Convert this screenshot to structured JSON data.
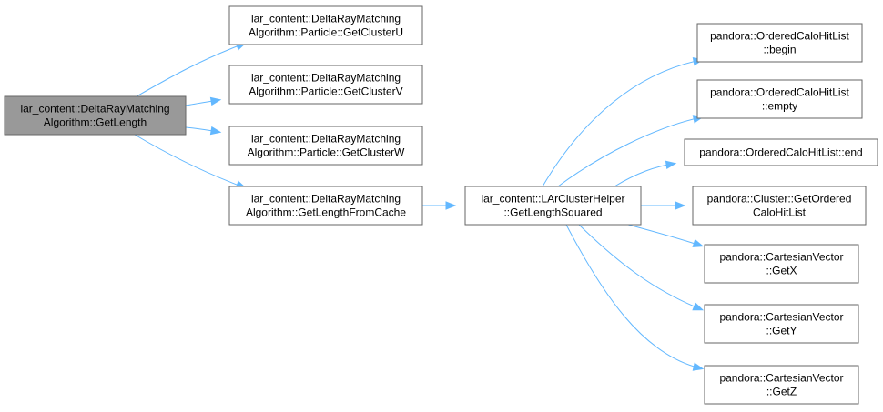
{
  "graph": {
    "colors": {
      "node_fill": "#ffffff",
      "focus_fill": "#999999",
      "border": "#666666",
      "edge": "#63b8ff"
    },
    "nodes": [
      {
        "id": "get_length",
        "focus": true,
        "lines": [
          "lar_content::DeltaRayMatching",
          "Algorithm::GetLength"
        ]
      },
      {
        "id": "get_cluster_u",
        "lines": [
          "lar_content::DeltaRayMatching",
          "Algorithm::Particle::GetClusterU"
        ]
      },
      {
        "id": "get_cluster_v",
        "lines": [
          "lar_content::DeltaRayMatching",
          "Algorithm::Particle::GetClusterV"
        ]
      },
      {
        "id": "get_cluster_w",
        "lines": [
          "lar_content::DeltaRayMatching",
          "Algorithm::Particle::GetClusterW"
        ]
      },
      {
        "id": "get_length_from_cache",
        "lines": [
          "lar_content::DeltaRayMatching",
          "Algorithm::GetLengthFromCache"
        ]
      },
      {
        "id": "get_length_squared",
        "lines": [
          "lar_content::LArClusterHelper",
          "::GetLengthSquared"
        ]
      },
      {
        "id": "begin",
        "lines": [
          "pandora::OrderedCaloHitList",
          "::begin"
        ]
      },
      {
        "id": "empty",
        "lines": [
          "pandora::OrderedCaloHitList",
          "::empty"
        ]
      },
      {
        "id": "end",
        "lines": [
          "pandora::OrderedCaloHitList::end"
        ]
      },
      {
        "id": "get_ordered_calo_hit_list",
        "lines": [
          "pandora::Cluster::GetOrdered",
          "CaloHitList"
        ]
      },
      {
        "id": "get_x",
        "lines": [
          "pandora::CartesianVector",
          "::GetX"
        ]
      },
      {
        "id": "get_y",
        "lines": [
          "pandora::CartesianVector",
          "::GetY"
        ]
      },
      {
        "id": "get_z",
        "lines": [
          "pandora::CartesianVector",
          "::GetZ"
        ]
      }
    ],
    "edges": [
      {
        "from": "get_length",
        "to": "get_cluster_u"
      },
      {
        "from": "get_length",
        "to": "get_cluster_v"
      },
      {
        "from": "get_length",
        "to": "get_cluster_w"
      },
      {
        "from": "get_length",
        "to": "get_length_from_cache"
      },
      {
        "from": "get_length_from_cache",
        "to": "get_length_squared"
      },
      {
        "from": "get_length_squared",
        "to": "begin"
      },
      {
        "from": "get_length_squared",
        "to": "empty"
      },
      {
        "from": "get_length_squared",
        "to": "end"
      },
      {
        "from": "get_length_squared",
        "to": "get_ordered_calo_hit_list"
      },
      {
        "from": "get_length_squared",
        "to": "get_x"
      },
      {
        "from": "get_length_squared",
        "to": "get_y"
      },
      {
        "from": "get_length_squared",
        "to": "get_z"
      }
    ]
  }
}
